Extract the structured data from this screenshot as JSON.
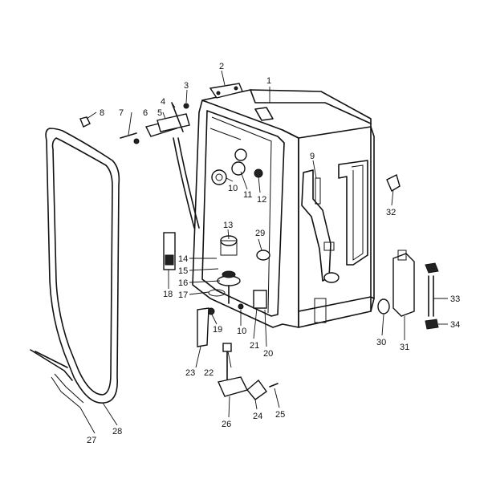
{
  "diagram": {
    "colors": {
      "line": "#111111",
      "background": "#ffffff"
    },
    "callouts": [
      {
        "id": "1",
        "text": "1"
      },
      {
        "id": "2",
        "text": "2"
      },
      {
        "id": "3",
        "text": "3"
      },
      {
        "id": "4",
        "text": "4"
      },
      {
        "id": "5",
        "text": "5"
      },
      {
        "id": "6",
        "text": "6"
      },
      {
        "id": "7",
        "text": "7"
      },
      {
        "id": "8",
        "text": "8"
      },
      {
        "id": "9",
        "text": "9"
      },
      {
        "id": "10a",
        "text": "10"
      },
      {
        "id": "11",
        "text": "11"
      },
      {
        "id": "12",
        "text": "12"
      },
      {
        "id": "13",
        "text": "13"
      },
      {
        "id": "14",
        "text": "14"
      },
      {
        "id": "15",
        "text": "15"
      },
      {
        "id": "16",
        "text": "16"
      },
      {
        "id": "17",
        "text": "17"
      },
      {
        "id": "18",
        "text": "18"
      },
      {
        "id": "19",
        "text": "19"
      },
      {
        "id": "10b",
        "text": "10"
      },
      {
        "id": "20",
        "text": "20"
      },
      {
        "id": "21",
        "text": "21"
      },
      {
        "id": "22",
        "text": "22"
      },
      {
        "id": "23",
        "text": "23"
      },
      {
        "id": "24",
        "text": "24"
      },
      {
        "id": "25",
        "text": "25"
      },
      {
        "id": "26",
        "text": "26"
      },
      {
        "id": "27",
        "text": "27"
      },
      {
        "id": "28",
        "text": "28"
      },
      {
        "id": "29",
        "text": "29"
      },
      {
        "id": "30",
        "text": "30"
      },
      {
        "id": "31",
        "text": "31"
      },
      {
        "id": "32",
        "text": "32"
      },
      {
        "id": "33",
        "text": "33"
      },
      {
        "id": "34",
        "text": "34"
      }
    ]
  }
}
